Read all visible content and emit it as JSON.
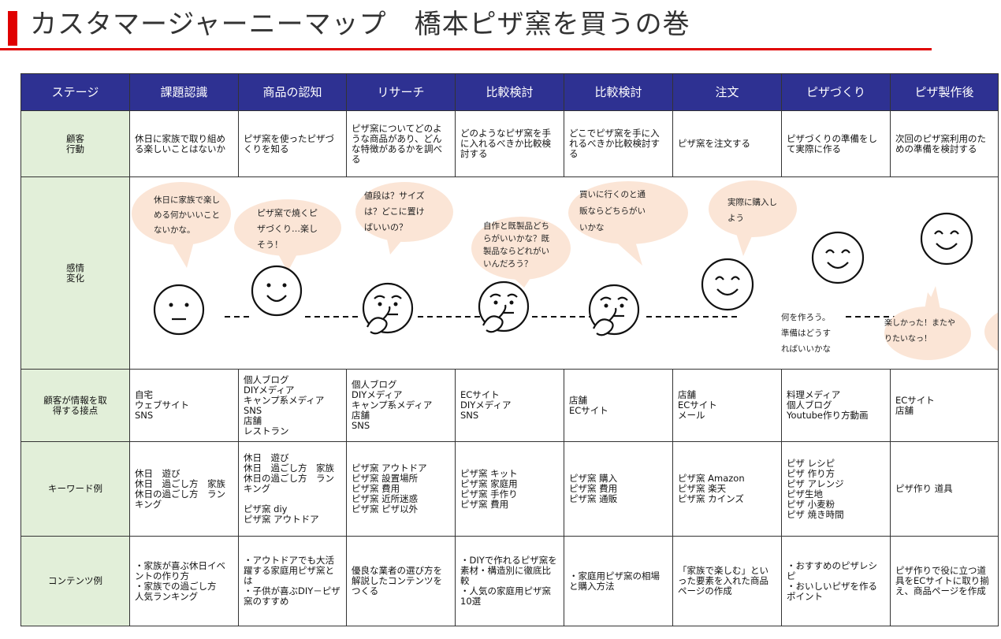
{
  "title": "カスタマージャーニーマップ　橋本ピザ窯を買うの巻",
  "colors": {
    "accent_red": "#e00000",
    "header_navy": "#2e3192",
    "rowhead_green": "#e2efd9",
    "bubble_peach": "#fbe5d6"
  },
  "header": {
    "stage_label": "ステージ",
    "stages": [
      "課題認識",
      "商品の認知",
      "リサーチ",
      "比較検討",
      "比較検討",
      "注文",
      "ピザづくり",
      "ピザ製作後"
    ]
  },
  "rows": {
    "behavior": {
      "label": "顧客\n行動",
      "cells": [
        "休日に家族で取り組める楽しいことはないか",
        "ピザ窯を使ったピザづくりを知る",
        "ピザ窯についてどのような商品があり、どんな特徴があるかを調べる",
        "どのようなピザ窯を手に入れるべきか比較検討する",
        "どこでピザ窯を手に入れるべきか比較検討する",
        "ピザ窯を注文する",
        "ピザづくりの準備をして実際に作る",
        "次回のピザ窯利用のための準備を検討する"
      ]
    },
    "emotion": {
      "label": "感情\n変化",
      "bubbles": [
        "休日に家族で楽し\nめる何かいいこと\nないかな。",
        "ピザ窯で焼くピ\nザづくり…楽し\nそう！",
        "値段は？サイズ\nは？どこに置け\nばいいの？",
        "自作と既製品どち\nらがいいかな？既\n製品ならどれがい\nいんだろう？",
        "買いに行くのと通\n販ならどちらがい\nいかな",
        "実際に購入し\nよう",
        "何を作ろう。\n準備はどうす\nればいいかな",
        "楽しかった！またや\nりたいなっ！"
      ],
      "faces": [
        "neutral-face-icon",
        "smile-face-icon",
        "thinking-face-icon",
        "thinking-face-icon",
        "thinking-face-icon",
        "smile-face-icon",
        "smile-face-icon",
        "smile-face-icon"
      ]
    },
    "touchpoints": {
      "label": "顧客が情報を取\n得する接点",
      "cells": [
        "自宅\nウェブサイト\nSNS",
        "個人ブログ\nDIYメディア\nキャンプ系メディア\nSNS\n店舗\nレストラン",
        "個人ブログ\nDIYメディア\nキャンプ系メディア\n店舗\nSNS",
        "ECサイト\nDIYメディア\nSNS",
        "店舗\nECサイト",
        "店舗\nECサイト\nメール",
        "料理メディア\n個人ブログ\nYoutube作り方動画",
        "ECサイト\n店舗"
      ]
    },
    "keywords": {
      "label": "キーワード例",
      "cells": [
        "休日　遊び\n休日　過ごし方　家族\n休日の過ごし方　ランキング",
        "休日　遊び\n休日　過ごし方　家族\n休日の過ごし方　ランキング\n\nピザ窯 diy\nピザ窯 アウトドア",
        "ピザ窯 アウトドア\nピザ窯 設置場所\nピザ窯 費用\nピザ窯 近所迷惑\nピザ窯 ピザ以外",
        "ピザ窯 キット\nピザ窯 家庭用\nピザ窯 手作り\nピザ窯 費用",
        "ピザ窯 購入\nピザ窯 費用\nピザ窯 通販",
        "ピザ窯 Amazon\nピザ窯 楽天\nピザ窯 カインズ",
        "ピザ レシピ\nピザ 作り方\nピザ アレンジ\nピザ生地\nピザ 小麦粉\nピザ 焼き時間",
        "ピザ作り 道具"
      ]
    },
    "contents": {
      "label": "コンテンツ例",
      "cells": [
        "・家族が喜ぶ休日イベントの作り方\n・家族での過ごし方\n人気ランキング",
        "・アウトドアでも大活躍する家庭用ピザ窯とは\n・子供が喜ぶDIY－ピザ窯のすすめ",
        "優良な業者の選び方を解説したコンテンツをつくる",
        "・DIYで作れるピザ窯を素材・構造別に徹底比較\n・人気の家庭用ピザ窯10選",
        "・家庭用ピザ窯の相場と購入方法",
        "「家族で楽しむ」といった要素を入れた商品ページの作成",
        "・おすすめのピザレシピ\n・おいしいピザを作るポイント",
        "ピザ作りで役に立つ道具をECサイトに取り揃え、商品ページを作成"
      ]
    }
  }
}
